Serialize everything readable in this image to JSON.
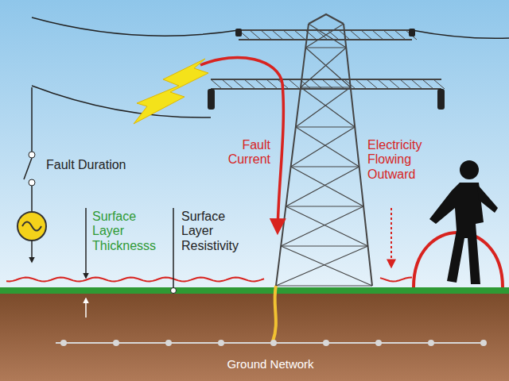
{
  "diagram": {
    "labels": [
      "Fault Duration",
      "Surface Layer Thicknesss",
      "Surface Layer Resistivity",
      "Fault Current",
      "Electricity Flowing Outward",
      "Ground Network"
    ]
  }
}
